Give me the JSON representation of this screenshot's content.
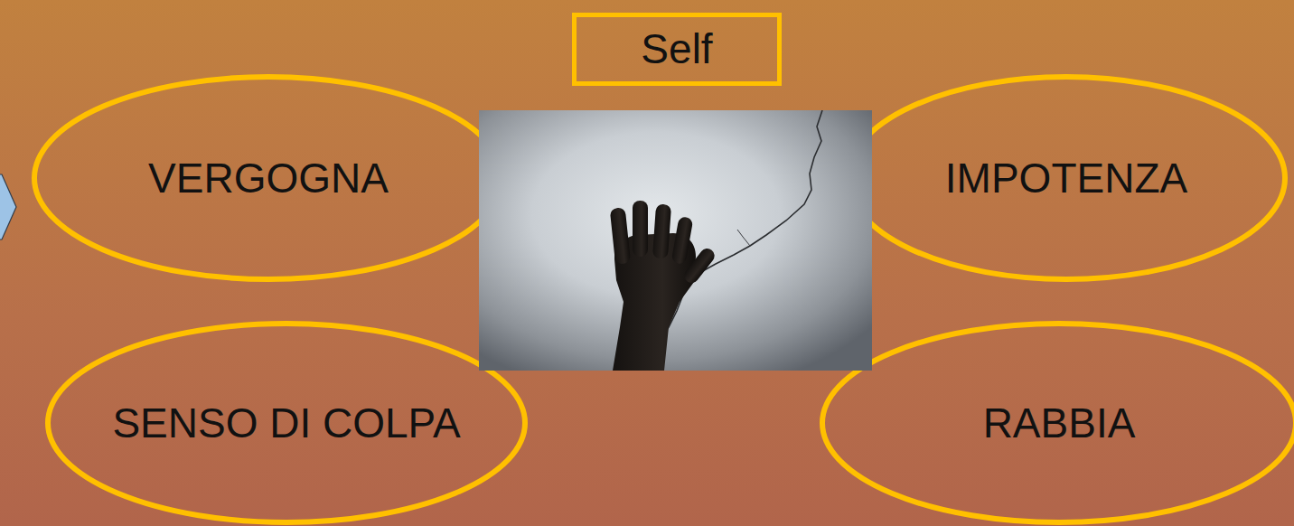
{
  "diagram": {
    "nodes": [
      {
        "text": [
          "Self"
        ]
      },
      {
        "text": [
          "VERGOGNA"
        ]
      },
      {
        "text": [
          "IMPOTENZA"
        ]
      },
      {
        "text": [
          "SENSO DI COLPA"
        ]
      },
      {
        "text": [
          "RABBIA"
        ]
      }
    ]
  }
}
